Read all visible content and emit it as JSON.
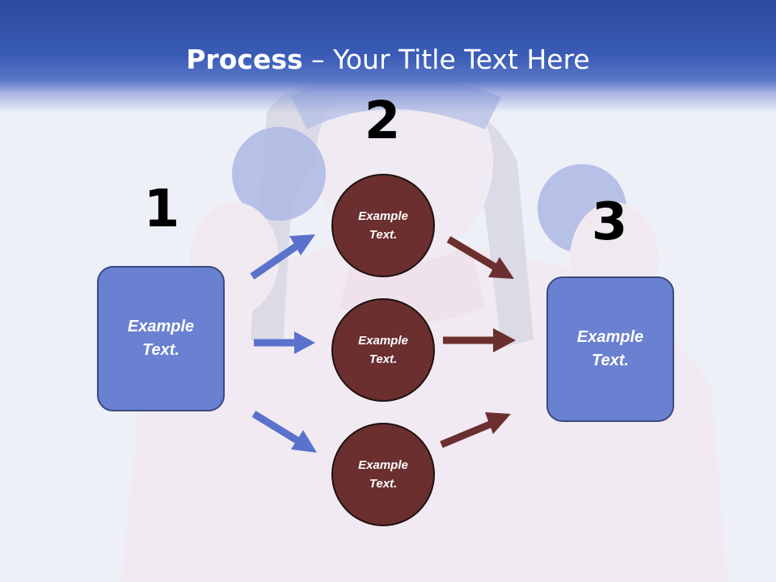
{
  "title": {
    "bold": "Process",
    "rest": " – Your Title Text Here"
  },
  "numbers": {
    "n1": "1",
    "n2": "2",
    "n3": "3"
  },
  "boxes": {
    "left": "Example Text.",
    "right": "Example Text."
  },
  "circles": [
    "Example Text.",
    "Example Text.",
    "Example Text."
  ],
  "colors": {
    "header": "#3b5cb6",
    "box": "#6a80d0",
    "circle": "#6b2f2f",
    "arrow_left": "#5a72cc",
    "arrow_right": "#6b2f2f"
  }
}
